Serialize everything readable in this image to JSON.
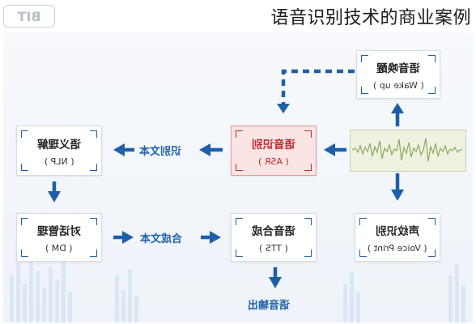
{
  "header": {
    "title": "语音识别技术的商业案例",
    "logo_text": "BIT"
  },
  "nodes": {
    "wake": {
      "cn": "语音唤醒",
      "en": "( Wake up )"
    },
    "asr": {
      "cn": "语音识别",
      "en": "( ASR )"
    },
    "nlp": {
      "cn": "语义理解",
      "en": "( NLP )"
    },
    "dm": {
      "cn": "对话管理",
      "en": "( DM )"
    },
    "tts": {
      "cn": "语音合成",
      "en": "( TTS )"
    },
    "voiceprint": {
      "cn": "声纹识别",
      "en": "( Voice Print )"
    }
  },
  "edge_labels": {
    "asr_to_nlp": "识别文本",
    "dm_to_tts": "合成文本",
    "output": "语音输出"
  },
  "colors": {
    "arrow": "#1d5fa8",
    "active_fill": "#fbe4e4",
    "active_text": "#c0272d",
    "waveform": "#8fa85a"
  }
}
